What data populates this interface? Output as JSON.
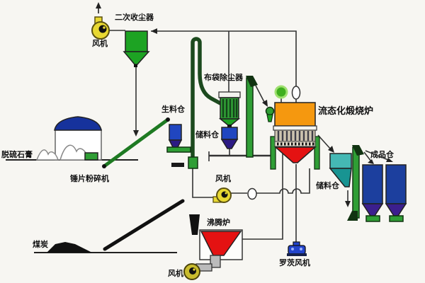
{
  "diagram": {
    "type": "process-flow-diagram",
    "language": "zh-CN",
    "labels": {
      "fan_top": "风机",
      "secondary_dust_collector": "二次收尘器",
      "desulfurized_gypsum": "脱硫石膏",
      "hammer_crusher": "锤片粉碎机",
      "raw_material_silo": "生料仓",
      "bag_dust_collector": "布袋除尘器",
      "storage_silo_mid": "储料仓",
      "calciner": "流态化煅烧炉",
      "finished_product_silo": "成品仓",
      "storage_silo_right": "储料仓",
      "fan_mid": "风机",
      "fluidized_bed_furnace": "沸腾炉",
      "coal": "煤炭",
      "fan_bottom": "风机",
      "roots_blower": "罗茨风机"
    },
    "colors": {
      "background": "#f7f6f2",
      "equipment_green": "#2f9e35",
      "dark_green": "#1c4a1e",
      "hopper_blue": "#2046c0",
      "hopper_funnel_purple": "#2c1a84",
      "silo_blue": "#1c3f9e",
      "cooler_teal": "#45b8b4",
      "cooler_teal_dark": "#189492",
      "furnace_orange": "#f5980f",
      "furnace_red": "#e41212",
      "fan_yellow": "#e8d832",
      "blower_blue": "#2244cc",
      "dome_blue": "#16329c",
      "line": "#333333"
    }
  }
}
